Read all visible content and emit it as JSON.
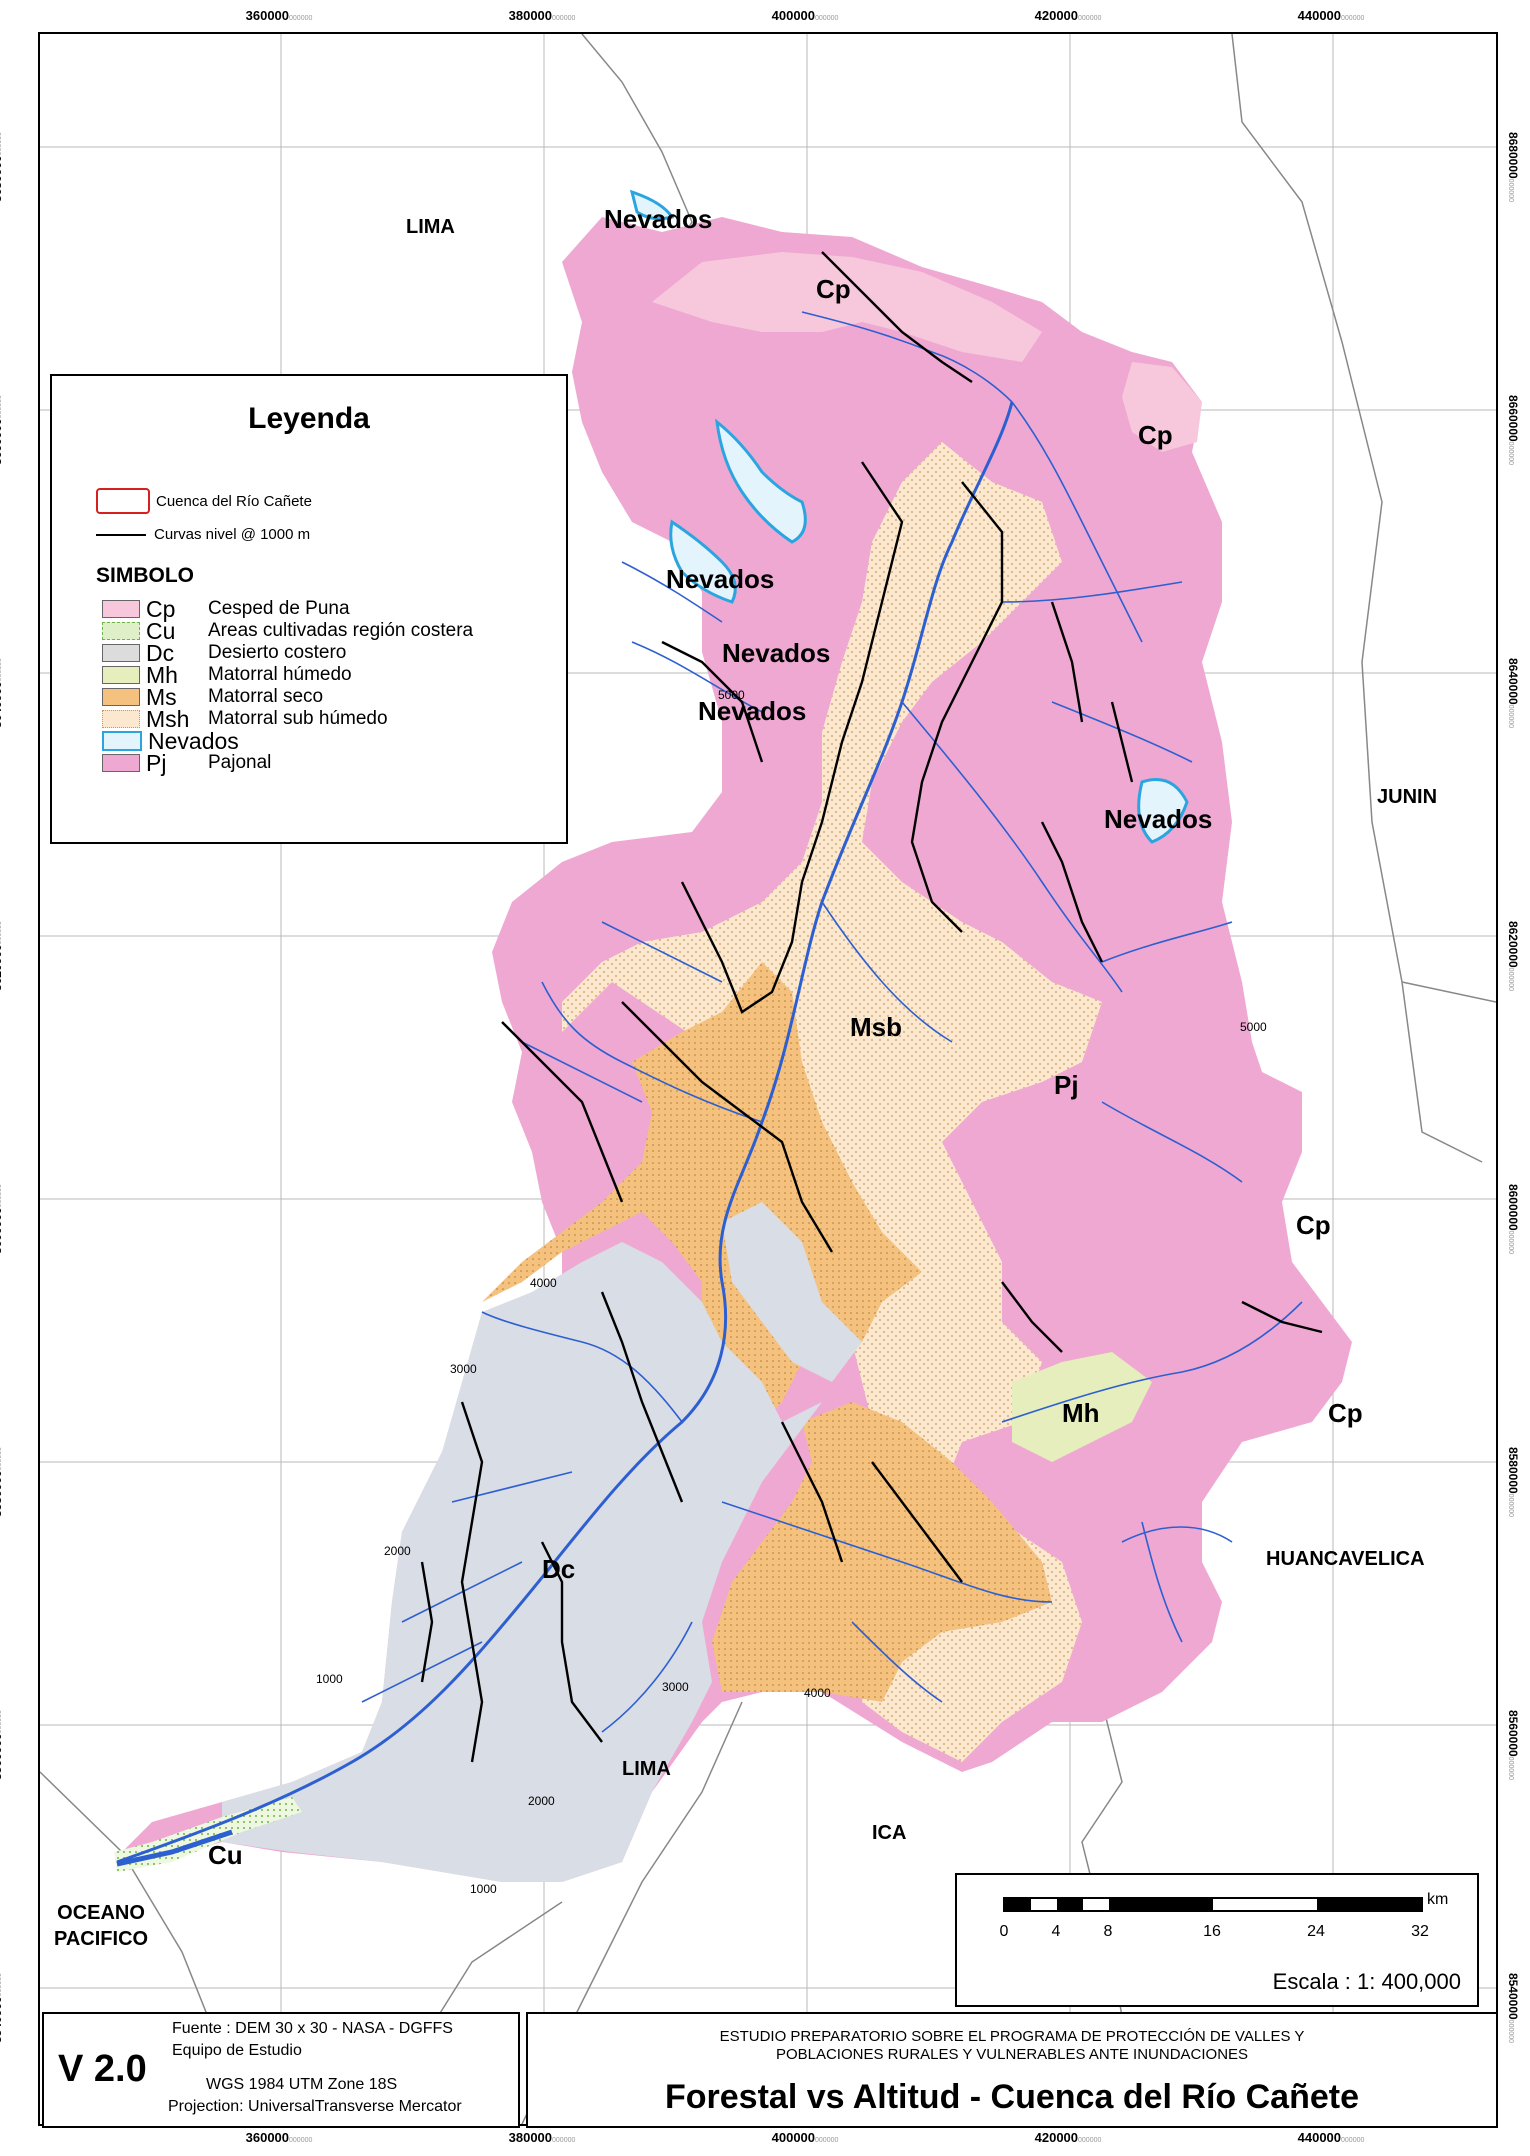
{
  "grid": {
    "x_labels": [
      "360000",
      "380000",
      "400000",
      "420000",
      "440000"
    ],
    "y_labels": [
      "8680000",
      "8660000",
      "8640000",
      "8620000",
      "8600000",
      "8580000",
      "8560000",
      "8540000"
    ],
    "suffix": "000000"
  },
  "regions": {
    "lima_north": "LIMA",
    "junin": "JUNIN",
    "huancavelica": "HUANCAVELICA",
    "lima_south": "LIMA",
    "ica": "ICA",
    "ocean": "OCEANO\nPACIFICO"
  },
  "class_labels": {
    "nevados1": "Nevados",
    "nevados2": "Nevados",
    "nevados3": "Nevados",
    "nevados4": "Nevados",
    "nevados5": "Nevados",
    "cp1": "Cp",
    "cp2": "Cp",
    "cp3": "Cp",
    "cp4": "Cp",
    "msb": "Msb",
    "pj": "Pj",
    "mh": "Mh",
    "dc": "Dc",
    "cu": "Cu"
  },
  "contours": {
    "c5000a": "5000",
    "c5000b": "5000",
    "c4000a": "4000",
    "c4000b": "4000",
    "c3000a": "3000",
    "c3000b": "3000",
    "c2000a": "2000",
    "c2000b": "2000",
    "c1000a": "1000",
    "c1000b": "1000"
  },
  "legend": {
    "title": "Leyenda",
    "basin": "Cuenca del Río Cañete",
    "contours": "Curvas nivel @ 1000 m",
    "symbol_head": "SIMBOLO",
    "classes": [
      {
        "code": "Cp",
        "name": "Cesped de Puna",
        "color": "#f7c8dc"
      },
      {
        "code": "Cu",
        "name": "Areas cultivadas región costera",
        "color": "#dff0c8"
      },
      {
        "code": "Dc",
        "name": "Desierto costero",
        "color": "#dcdcdc"
      },
      {
        "code": "Mh",
        "name": "Matorral húmedo",
        "color": "#e6eebe"
      },
      {
        "code": "Ms",
        "name": "Matorral seco",
        "color": "#f4c27e"
      },
      {
        "code": "Msh",
        "name": "Matorral sub húmedo",
        "color": "#fbe8cf"
      },
      {
        "code": "Nevados",
        "name": "",
        "color": "#e4f4fc"
      },
      {
        "code": "Pj",
        "name": "Pajonal",
        "color": "#efa8d2"
      }
    ]
  },
  "scale": {
    "unit": "km",
    "ticks": [
      "0",
      "4",
      "8",
      "16",
      "24",
      "32"
    ],
    "text": "Escala : 1: 400,000"
  },
  "source": {
    "version": "V 2.0",
    "line1": "Fuente : DEM 30 x 30 - NASA - DGFFS",
    "line2": "Equipo de Estudio",
    "line3": "WGS 1984 UTM Zone 18S",
    "line4": "Projection: UniversalTransverse Mercator"
  },
  "title": {
    "study_line1": "ESTUDIO PREPARATORIO SOBRE EL PROGRAMA DE PROTECCIÓN DE VALLES Y",
    "study_line2": "POBLACIONES RURALES Y VULNERABLES ANTE INUNDACIONES",
    "main": "Forestal vs Altitud - Cuenca del Río Cañete"
  },
  "colors": {
    "pajonal": "#efa8d2",
    "cesped": "#f7c8dc",
    "desierto": "#d9dde6",
    "matorral_seco": "#f4c27e",
    "matorral_sub": "#fbe8cf",
    "matorral_humedo": "#e6eebe",
    "nevados": "#e4f4fc",
    "river": "#2d5fd0",
    "basin": "#d62020"
  }
}
